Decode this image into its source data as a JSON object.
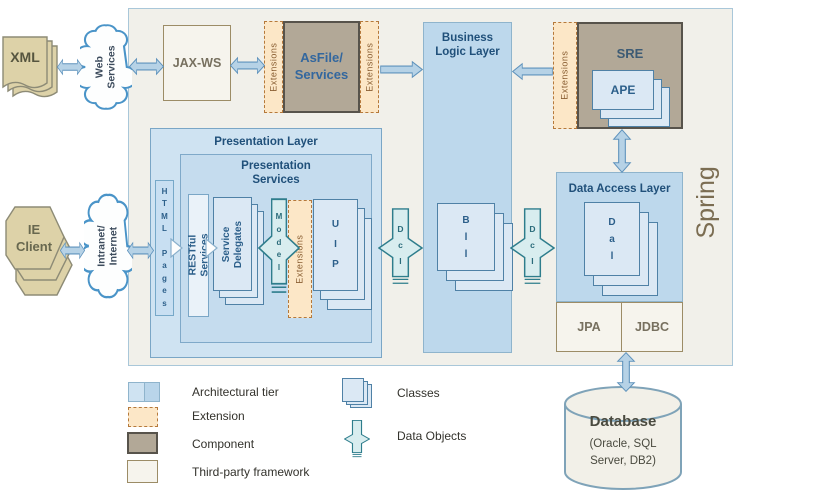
{
  "spring_label": "Spring",
  "external": {
    "xml_label": "XML",
    "web_cloud_label": "Web\nServices",
    "ie_client_label": "IE\nClient",
    "intranet_cloud_label": "Intranet/\nInternet"
  },
  "top_row": {
    "jax_ws_label": "JAX-WS",
    "asfile": {
      "ext_left": "Extensions",
      "ext_right": "Extensions",
      "title": "AsFile/\nServices"
    },
    "sre": {
      "ext": "Extensions",
      "title": "SRE",
      "ape_label": "APE"
    }
  },
  "bll": {
    "title": "Business\nLogic Layer",
    "stack_letters": "B\nl\nl"
  },
  "data_objects": {
    "dci_left": "D\nc\nI",
    "dci_right": "D\nc\nI",
    "model_letters": "M\no\nd\ne\nl"
  },
  "presentation": {
    "title": "Presentation Layer",
    "services_title": "Presentation\nServices",
    "html_pages_top": "H\nT\nM\nL",
    "html_pages_bottom": "P\na\ng\ne\ns",
    "restful_label": "RESTful Services",
    "service_delegates_label": "Service\nDelegates",
    "extensions_label": "Extensions",
    "uip_letters": "U\nI\nP"
  },
  "dal": {
    "title": "Data Access Layer",
    "stack_letters": "D\na\nl",
    "jpa_label": "JPA",
    "jdbc_label": "JDBC"
  },
  "database": {
    "name": "Database",
    "detail": "(Oracle, SQL\nServer, DB2)"
  },
  "legend": {
    "architectural_tier": "Architectural tier",
    "extension": "Extension",
    "component": "Component",
    "third_party": "Third-party framework",
    "classes": "Classes",
    "data_objects": "Data Objects"
  },
  "colors": {
    "tier_blue": "#bdd8ec",
    "extension_peach": "#fce7c7",
    "component_tan": "#b2a897",
    "framework_cream": "#f1f0ea",
    "arrow_blue": "#b6d2e6",
    "data_object_teal": "#d8edef"
  }
}
